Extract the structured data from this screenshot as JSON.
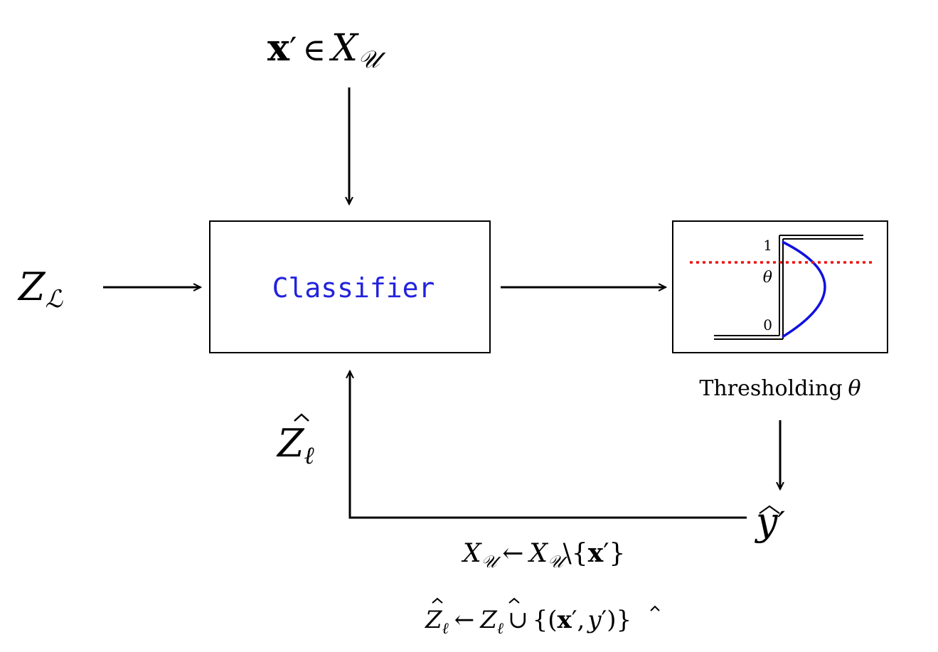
{
  "input_top": {
    "x": "x",
    "prime": "′",
    "in_symbol": "∈",
    "X": "X",
    "sub": "𝒰"
  },
  "input_left": {
    "Z": "Z",
    "sub": "ℒ"
  },
  "classifier": {
    "label": "Classifier",
    "label_color": "#2222dd"
  },
  "threshold_box": {
    "tick_1": "1",
    "tick_theta": "θ",
    "tick_0": "0",
    "curve_color": "#1010e0",
    "line_color": "#ee1111",
    "caption": "Thresholding",
    "caption_symbol": "θ"
  },
  "output": {
    "y": "y",
    "prime": "′"
  },
  "feedback": {
    "Z": "Z",
    "sub": "ℓ"
  },
  "update_1": {
    "X": "X",
    "sub": "𝒰",
    "arrow": "←",
    "X2": "X",
    "sub2": "𝒰",
    "setminus": "\\{",
    "x": "x",
    "prime": "′",
    "close": "}"
  },
  "update_2": {
    "Z": "Z",
    "sub": "ℓ",
    "arrow": "←",
    "Z2": "Z",
    "sub2": "ℓ",
    "union": "∪",
    "open": "{(",
    "x": "x",
    "prime": "′",
    "comma": ",",
    "y": "y",
    "yprime": "′",
    "close": ")}"
  }
}
